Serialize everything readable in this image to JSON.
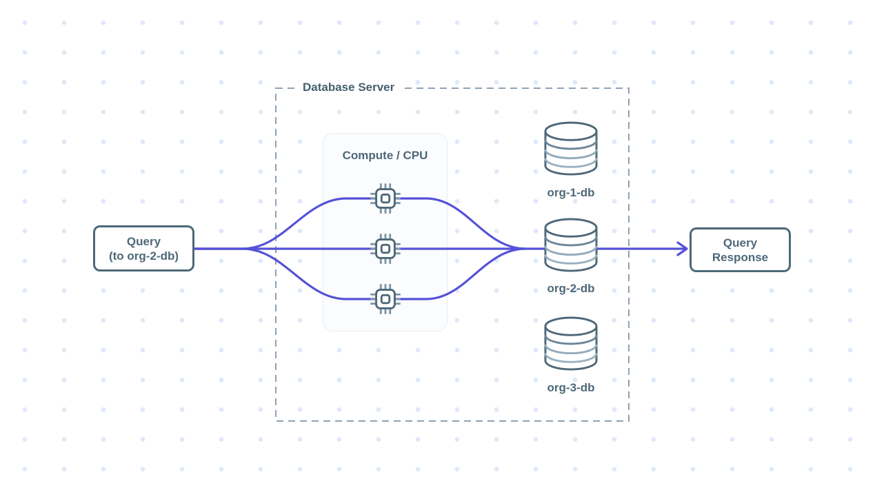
{
  "diagram": {
    "server_group": {
      "label": "Database Server"
    },
    "compute_group": {
      "label": "Compute / CPU",
      "cpu_count": 3
    },
    "databases": [
      {
        "label": "org-1-db"
      },
      {
        "label": "org-2-db"
      },
      {
        "label": "org-3-db"
      }
    ],
    "query_node": {
      "line1": "Query",
      "line2": "(to org-2-db)"
    },
    "response_node": {
      "line1": "Query",
      "line2": "Response"
    }
  },
  "colors": {
    "accent_purple": "#5551d8",
    "node_slate": "#4d6878",
    "cylinder_band_medium": "#6b8698",
    "cylinder_band_light": "#93abbc",
    "cpu_pin": "#7e95a6",
    "dashed_border": "#8ea1b2",
    "grid_dot": "#dee9f8",
    "compute_box_bg": "#fbfcfe",
    "compute_box_border": "#e7ecf1"
  }
}
